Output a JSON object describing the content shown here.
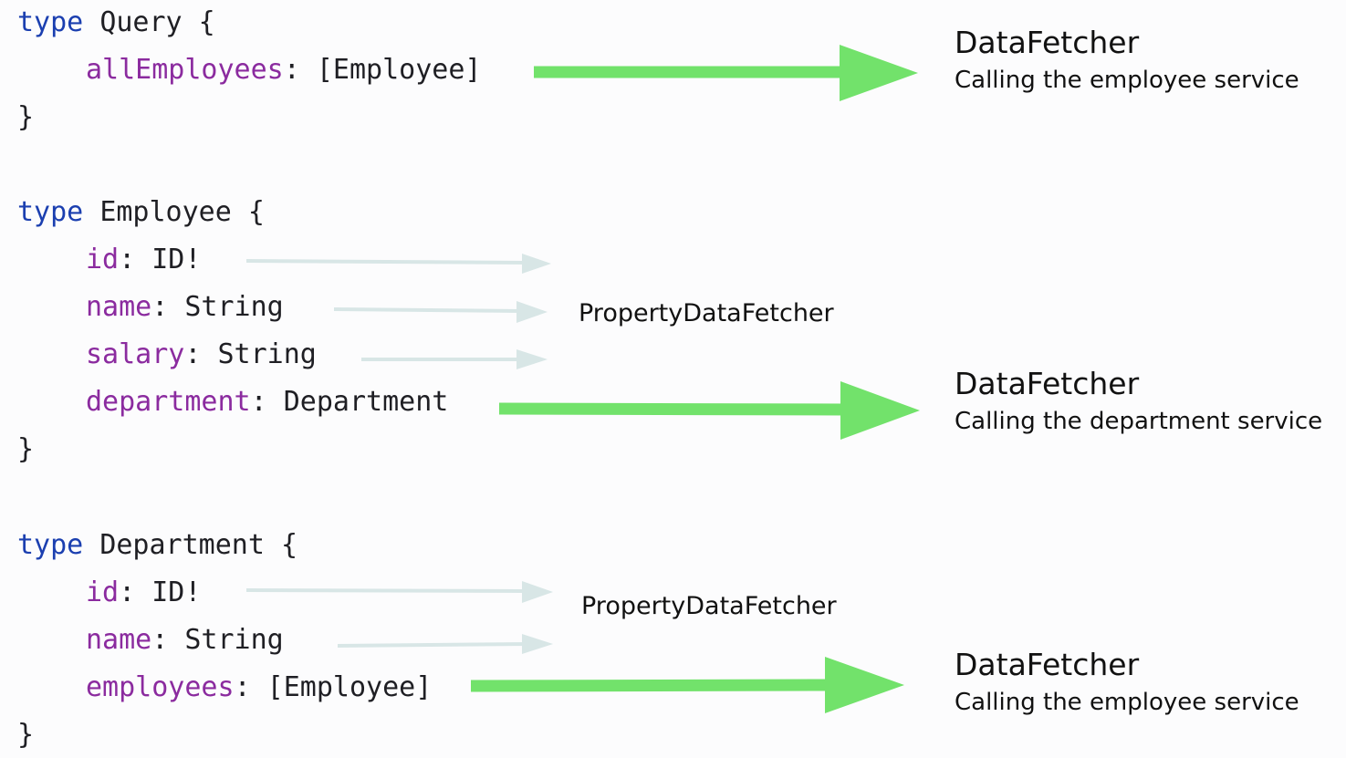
{
  "colors": {
    "keyword": "#1b3fb0",
    "field": "#8b2b9f",
    "text": "#1f1f24",
    "arrow_strong": "#72e26b",
    "arrow_faint": "#d8e6e6"
  },
  "query_block": {
    "keyword": "type",
    "type_name": "Query {",
    "fields": [
      {
        "name": "allEmployees",
        "type": ": [Employee]"
      }
    ],
    "close": "}"
  },
  "employee_block": {
    "keyword": "type",
    "type_name": "Employee {",
    "fields": [
      {
        "name": "id",
        "type": ": ID!"
      },
      {
        "name": "name",
        "type": ": String"
      },
      {
        "name": "salary",
        "type": ": String"
      },
      {
        "name": "department",
        "type": ": Department"
      }
    ],
    "close": "}"
  },
  "department_block": {
    "keyword": "type",
    "type_name": "Department {",
    "fields": [
      {
        "name": "id",
        "type": ": ID!"
      },
      {
        "name": "name",
        "type": ": String"
      },
      {
        "name": "employees",
        "type": ": [Employee]"
      }
    ],
    "close": "}"
  },
  "annotations": {
    "query_fetcher": {
      "title": "DataFetcher",
      "subtitle": "Calling the employee service"
    },
    "employee_property": {
      "label": "PropertyDataFetcher"
    },
    "department_fetcher": {
      "title": "DataFetcher",
      "subtitle": "Calling the department service"
    },
    "department_property": {
      "label": "PropertyDataFetcher"
    },
    "employees_fetcher": {
      "title": "DataFetcher",
      "subtitle": "Calling the employee service"
    }
  },
  "arrows": [
    {
      "from": "query_block.allEmployees",
      "to": "annotations.query_fetcher",
      "style": "strong"
    },
    {
      "from": "employee_block.id",
      "to": "annotations.employee_property",
      "style": "faint"
    },
    {
      "from": "employee_block.name",
      "to": "annotations.employee_property",
      "style": "faint"
    },
    {
      "from": "employee_block.salary",
      "to": "annotations.employee_property",
      "style": "faint"
    },
    {
      "from": "employee_block.department",
      "to": "annotations.department_fetcher",
      "style": "strong"
    },
    {
      "from": "department_block.id",
      "to": "annotations.department_property",
      "style": "faint"
    },
    {
      "from": "department_block.name",
      "to": "annotations.department_property",
      "style": "faint"
    },
    {
      "from": "department_block.employees",
      "to": "annotations.employees_fetcher",
      "style": "strong"
    }
  ]
}
